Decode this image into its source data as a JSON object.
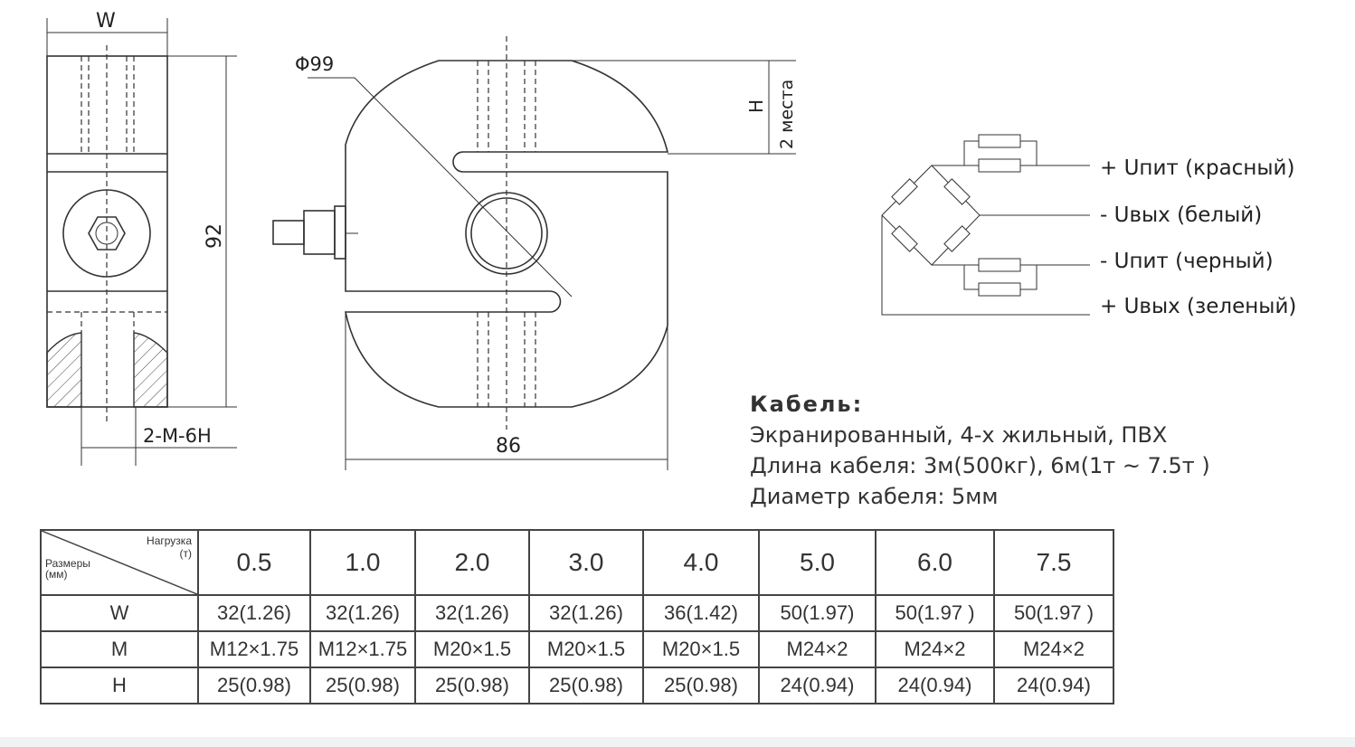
{
  "side_view": {
    "width_label": "W",
    "height_label": "92",
    "thread_label": "2-M-6H"
  },
  "front_view": {
    "diameter_label": "Φ99",
    "h_label": "H",
    "places_label": "2 места",
    "width_label": "86"
  },
  "circuit": {
    "wires": [
      {
        "label": "+  Uпит (красный)",
        "color": "red"
      },
      {
        "label": "-  Uвых (белый)",
        "color": "white"
      },
      {
        "label": "-  Uпит (черный)",
        "color": "black"
      },
      {
        "label": "+  Uвых (зеленый)",
        "color": "green"
      }
    ]
  },
  "cable": {
    "title": "Кабель:",
    "lines": [
      "Экранированный, 4-х жильный, ПВХ",
      "Длина кабеля: 3м(500кг), 6м(1т ~ 7.5т )",
      "Диаметр кабеля: 5мм"
    ]
  },
  "table": {
    "corner_load": "Нагрузка",
    "corner_load_unit": "(т)",
    "corner_dims": "Размеры",
    "corner_dims_unit": "(мм)",
    "loads": [
      "0.5",
      "1.0",
      "2.0",
      "3.0",
      "4.0",
      "5.0",
      "6.0",
      "7.5"
    ],
    "rows": [
      {
        "name": "W",
        "values": [
          "32(1.26)",
          "32(1.26)",
          "32(1.26)",
          "32(1.26)",
          "36(1.42)",
          "50(1.97)",
          "50(1.97 )",
          "50(1.97 )"
        ]
      },
      {
        "name": "M",
        "values": [
          "M12×1.75",
          "M12×1.75",
          "M20×1.5",
          "M20×1.5",
          "M20×1.5",
          "M24×2",
          "M24×2",
          "M24×2"
        ]
      },
      {
        "name": "H",
        "values": [
          "25(0.98)",
          "25(0.98)",
          "25(0.98)",
          "25(0.98)",
          "25(0.98)",
          "24(0.94)",
          "24(0.94)",
          "24(0.94)"
        ]
      }
    ]
  }
}
